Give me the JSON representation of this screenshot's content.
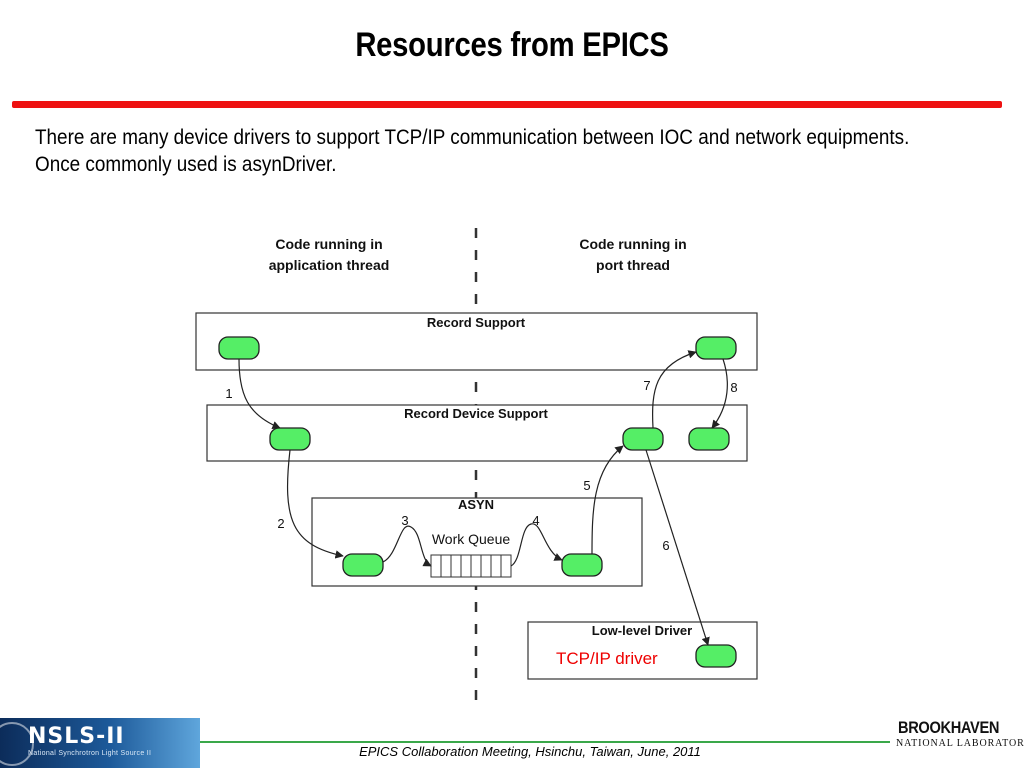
{
  "slide": {
    "title": "Resources from EPICS",
    "body_line1": "There are many device drivers to support TCP/IP communication between IOC and network equipments.",
    "body_line2": "Once commonly used is asynDriver."
  },
  "diagram": {
    "left_heading_1": "Code running in",
    "left_heading_2": "application thread",
    "right_heading_1": "Code running in",
    "right_heading_2": "port thread",
    "box_record_support": "Record Support",
    "box_record_device_support": "Record Device Support",
    "box_asyn": "ASYN",
    "work_queue": "Work Queue",
    "box_low_level_driver": "Low-level Driver",
    "tcpip_driver": "TCP/IP driver",
    "step_labels": [
      "1",
      "2",
      "3",
      "4",
      "5",
      "6",
      "7",
      "8"
    ],
    "colors": {
      "node_fill": "#55ee66",
      "node_stroke": "#222222",
      "annotation": "#ee0000"
    }
  },
  "footer": {
    "event": "EPICS Collaboration Meeting, Hsinchu, Taiwan, June, 2011",
    "logo_left_mark": "NSLS-II",
    "logo_left_sub": "National Synchrotron Light Source II",
    "logo_right_top": "BROOKHAVEN",
    "logo_right_bottom": "NATIONAL LABORATORY"
  }
}
